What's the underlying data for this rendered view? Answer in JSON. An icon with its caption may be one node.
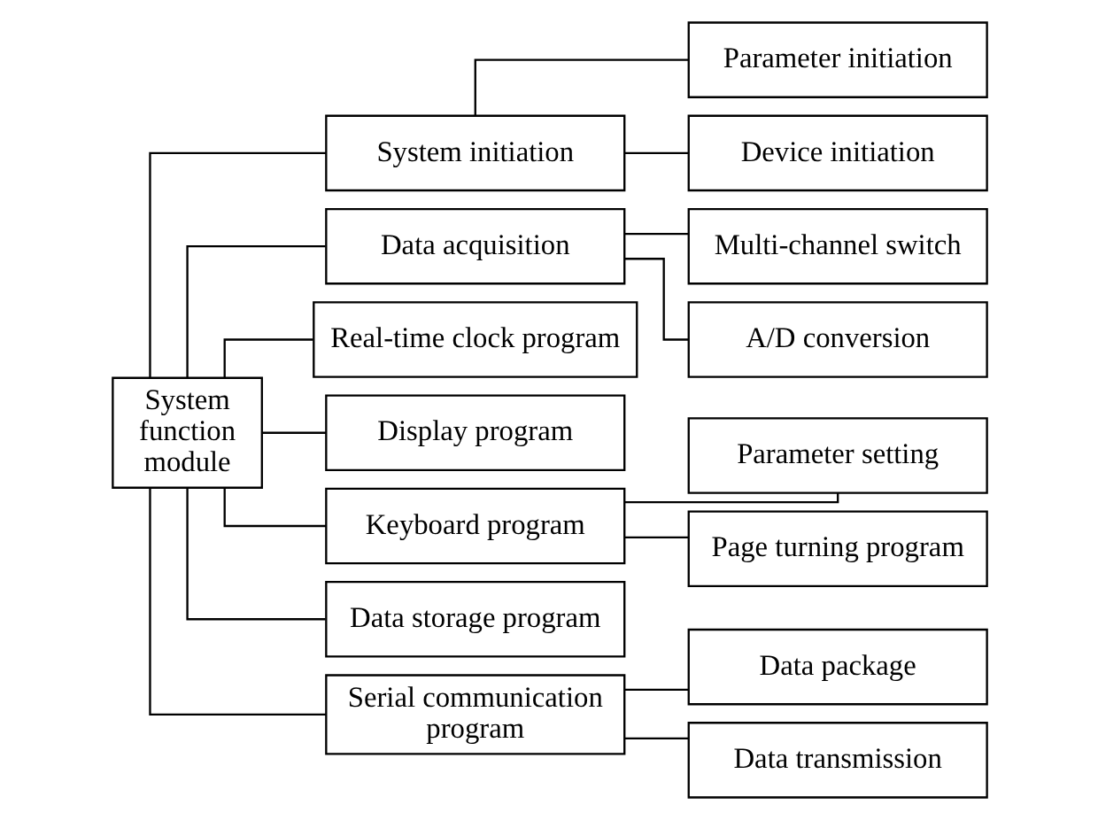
{
  "diagram": {
    "nodes": [
      {
        "text": [
          "System function module"
        ]
      },
      {
        "text": [
          "System initiation"
        ]
      },
      {
        "text": [
          "Parameter initiation"
        ]
      },
      {
        "text": [
          "Device initiation"
        ]
      },
      {
        "text": [
          "Data acquisition"
        ]
      },
      {
        "text": [
          "Multi-channel switch"
        ]
      },
      {
        "text": [
          "A/D conversion"
        ]
      },
      {
        "text": [
          "Real-time clock program"
        ]
      },
      {
        "text": [
          "Display program"
        ]
      },
      {
        "text": [
          "Keyboard program"
        ]
      },
      {
        "text": [
          "Parameter setting"
        ]
      },
      {
        "text": [
          "Page turning program"
        ]
      },
      {
        "text": [
          "Data storage program"
        ]
      },
      {
        "text": [
          "Serial communication program"
        ]
      },
      {
        "text": [
          "Data package"
        ]
      },
      {
        "text": [
          "Data transmission"
        ]
      }
    ],
    "edges": [
      {
        "from": 0,
        "to": 1,
        "arrow": "none"
      },
      {
        "from": 1,
        "to": 2,
        "arrow": "none"
      },
      {
        "from": 1,
        "to": 3,
        "arrow": "none"
      },
      {
        "from": 0,
        "to": 4,
        "arrow": "none"
      },
      {
        "from": 4,
        "to": 5,
        "arrow": "none"
      },
      {
        "from": 4,
        "to": 6,
        "arrow": "none"
      },
      {
        "from": 0,
        "to": 7,
        "arrow": "none"
      },
      {
        "from": 0,
        "to": 8,
        "arrow": "none"
      },
      {
        "from": 0,
        "to": 9,
        "arrow": "none"
      },
      {
        "from": 9,
        "to": 10,
        "arrow": "none"
      },
      {
        "from": 9,
        "to": 11,
        "arrow": "none"
      },
      {
        "from": 0,
        "to": 12,
        "arrow": "none"
      },
      {
        "from": 0,
        "to": 13,
        "arrow": "none"
      },
      {
        "from": 13,
        "to": 14,
        "arrow": "none"
      },
      {
        "from": 13,
        "to": 15,
        "arrow": "none"
      }
    ]
  }
}
